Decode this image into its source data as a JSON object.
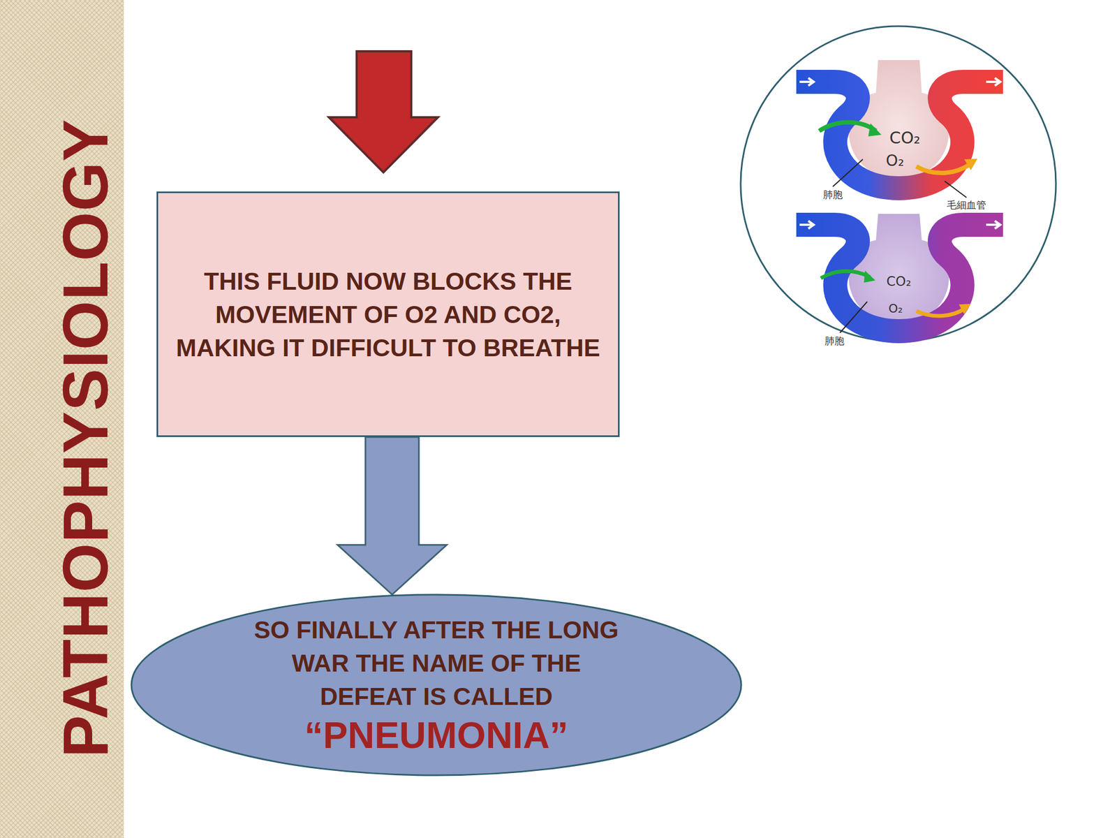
{
  "diagram": {
    "title": "PATHOPHYSIOLOGY",
    "nodes": [
      {
        "text": [
          "THIS FLUID NOW BLOCKS THE MOVEMENT OF O2 AND CO2, MAKING IT DIFFICULT TO BREATHE"
        ]
      },
      {
        "text": [
          "SO FINALLY AFTER THE LONG WAR THE NAME OF THE DEFEAT IS CALLED",
          "“PNEUMONIA”"
        ]
      }
    ],
    "edges": [
      {
        "from": 0,
        "to": 1,
        "arrow": "to"
      }
    ],
    "labels": [
      "CO₂",
      "O₂",
      "肺胞",
      "毛細血管",
      "CO₂",
      "O₂",
      "肺胞"
    ]
  }
}
